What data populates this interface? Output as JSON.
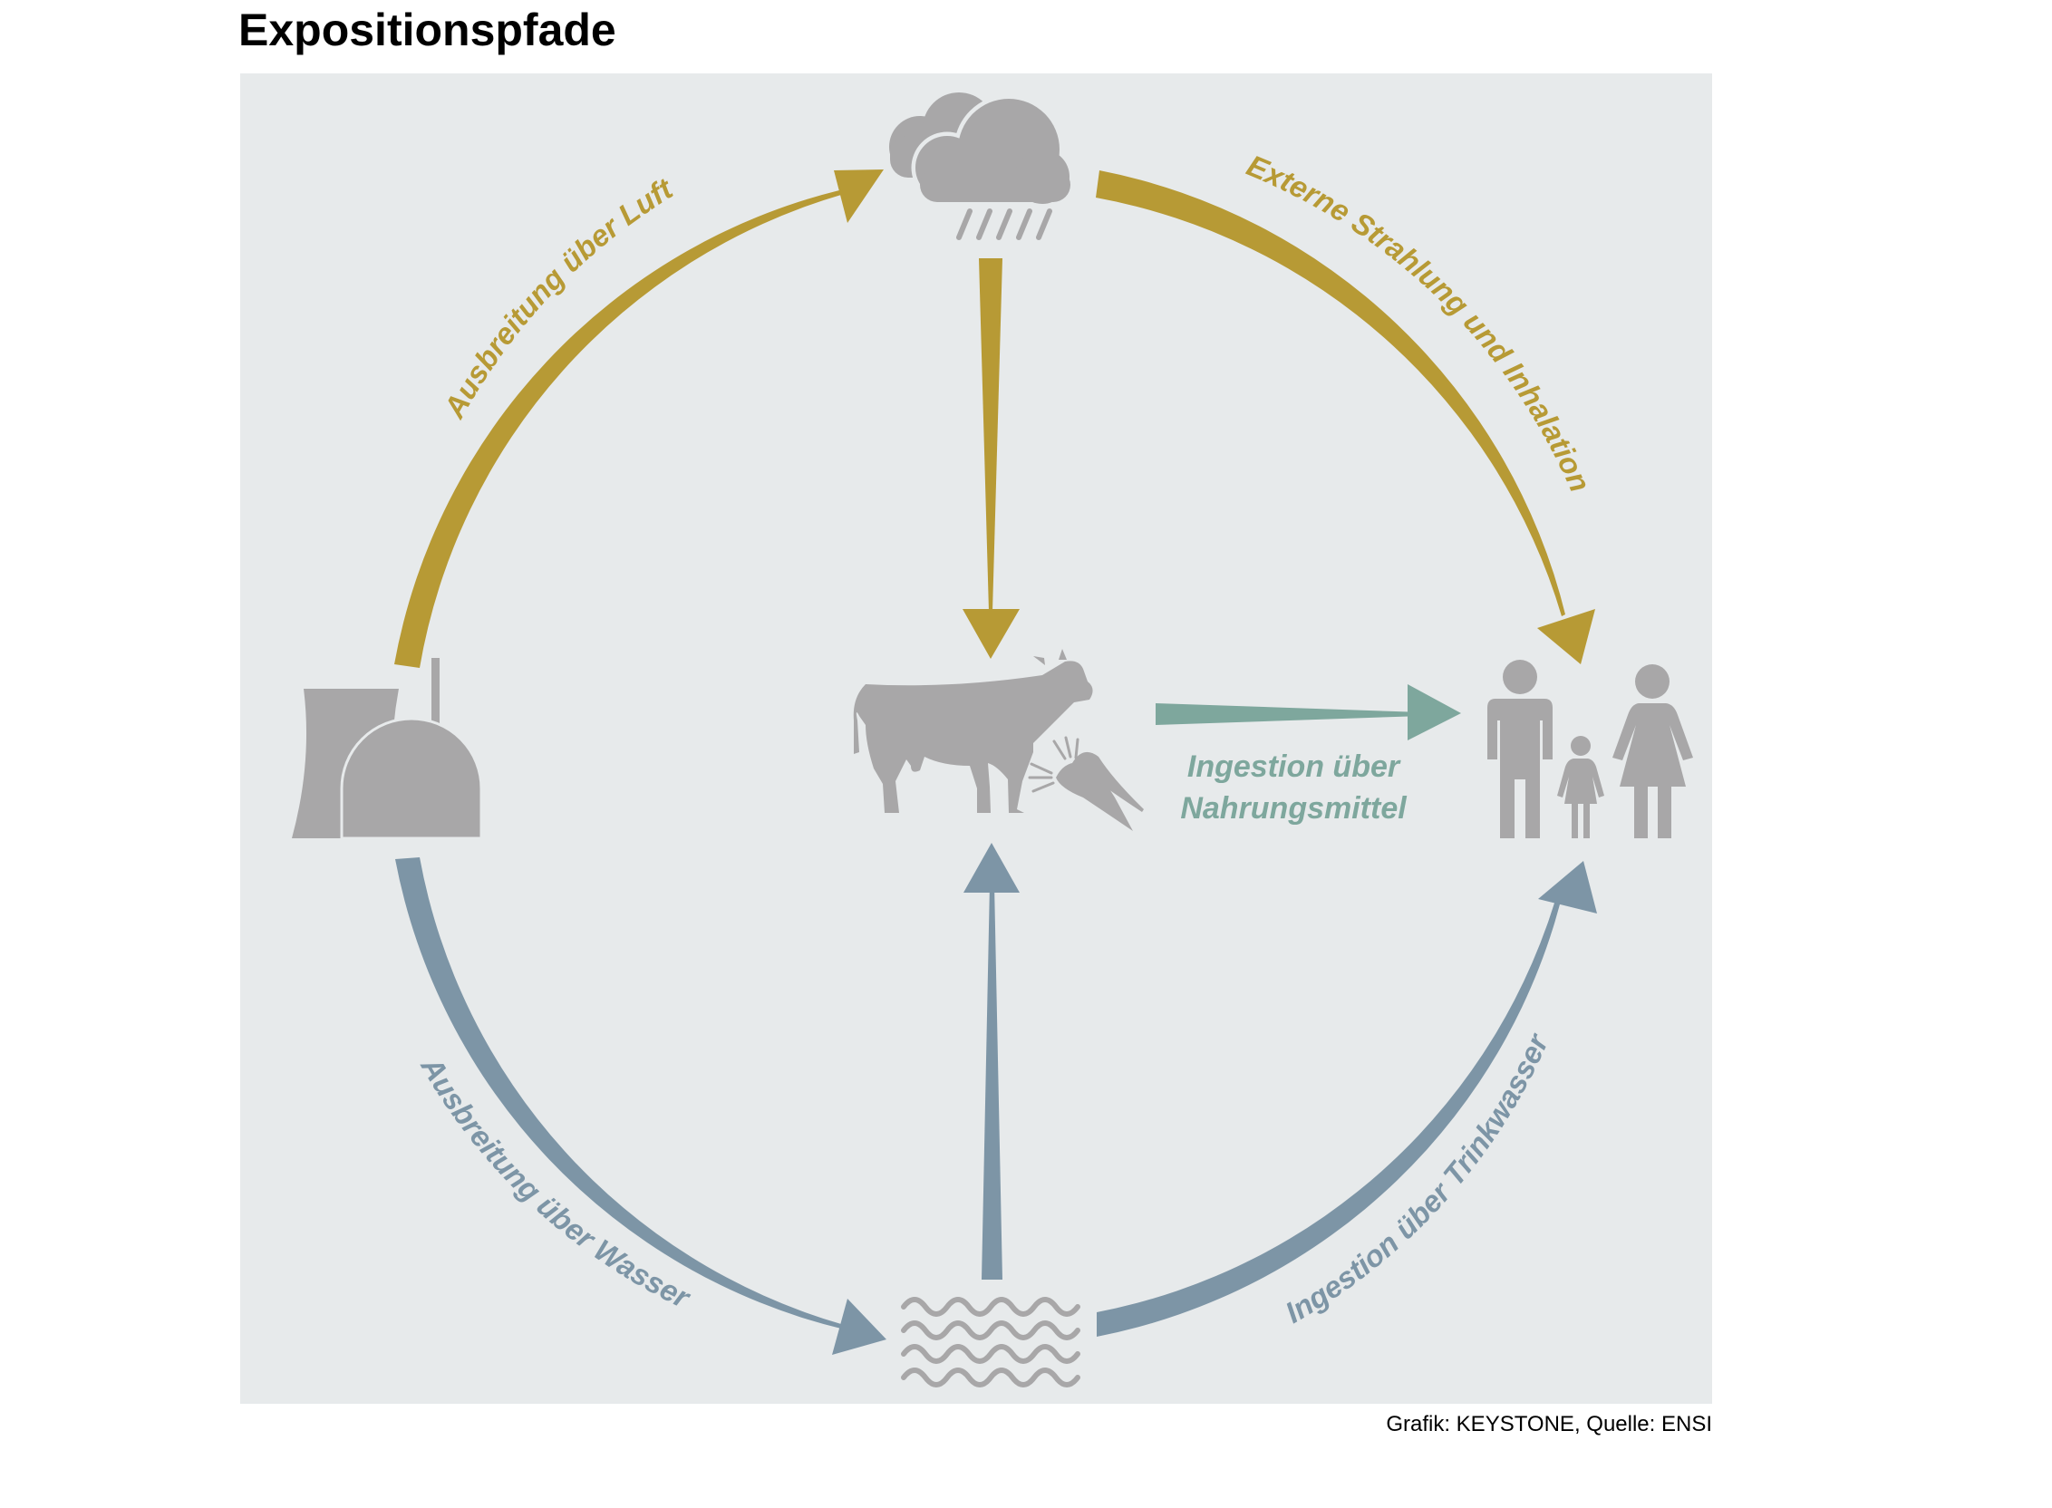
{
  "title": "Expositionspfade",
  "credit": "Grafik: KEYSTONE, Quelle: ENSI",
  "colors": {
    "gold": "#b79a35",
    "blue": "#7d95a6",
    "teal": "#7ea79d",
    "icon_gray": "#a8a7a8",
    "panel": "#e7eaeb"
  },
  "labels": {
    "air": "Ausbreitung über Luft",
    "external": "Externe Strahlung und Inhalation",
    "water": "Ausbreitung über Wasser",
    "drinking": "Ingestion über Trinkwasser",
    "food_line1": "Ingestion über",
    "food_line2": "Nahrungsmittel"
  },
  "icons": [
    "power-plant-icon",
    "rain-cloud-icon",
    "cow-icon",
    "carrot-icon",
    "family-icon",
    "water-waves-icon"
  ]
}
